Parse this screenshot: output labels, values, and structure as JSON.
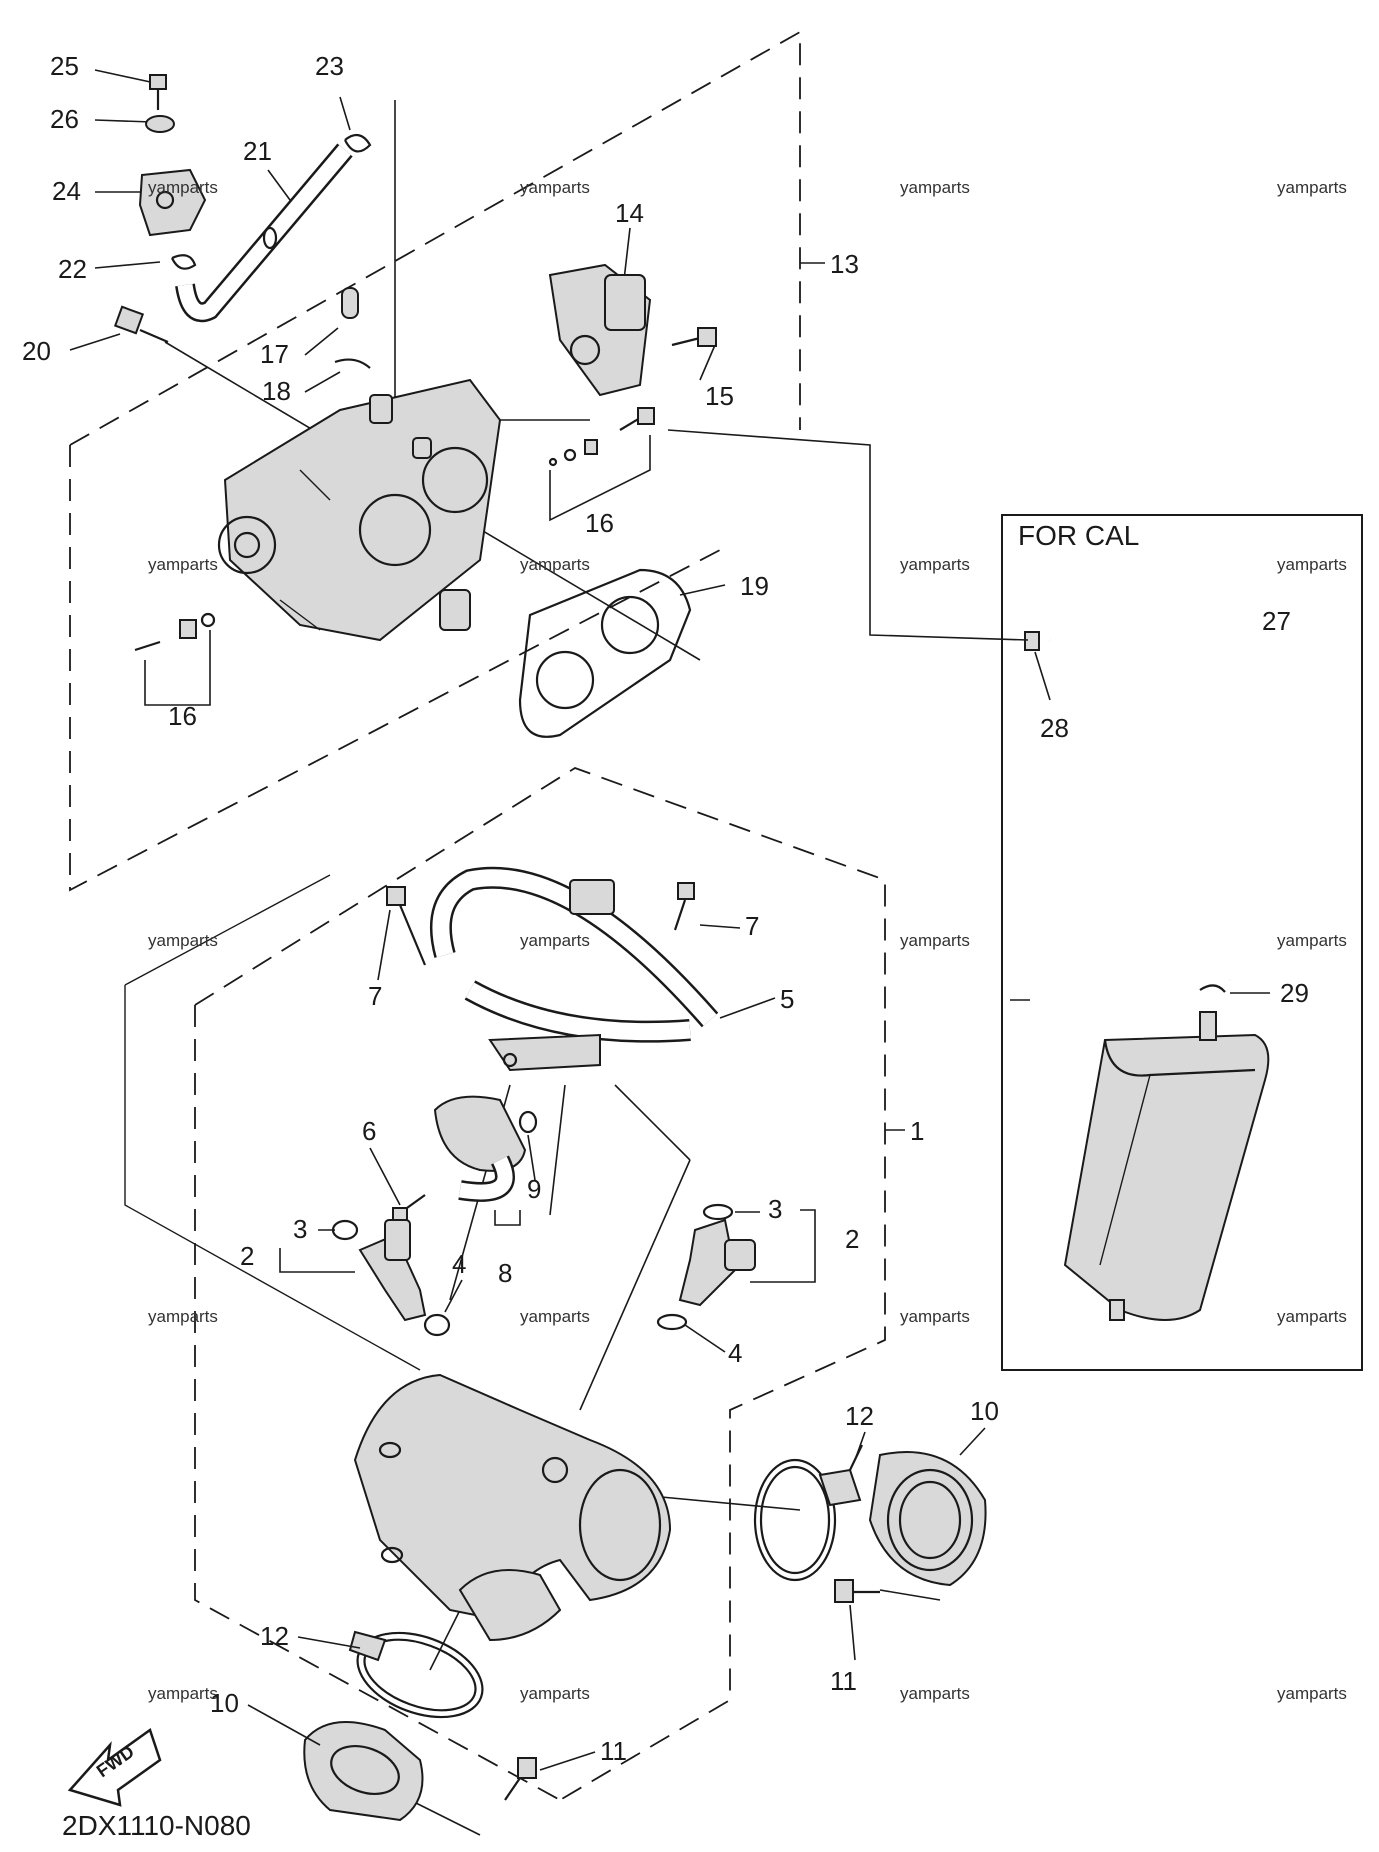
{
  "callouts": [
    {
      "id": "c25",
      "text": "25"
    },
    {
      "id": "c26",
      "text": "26"
    },
    {
      "id": "c24",
      "text": "24"
    },
    {
      "id": "c22",
      "text": "22"
    },
    {
      "id": "c20",
      "text": "20"
    },
    {
      "id": "c23",
      "text": "23"
    },
    {
      "id": "c21",
      "text": "21"
    },
    {
      "id": "c17",
      "text": "17"
    },
    {
      "id": "c18",
      "text": "18"
    },
    {
      "id": "c14",
      "text": "14"
    },
    {
      "id": "c13",
      "text": "13"
    },
    {
      "id": "c15",
      "text": "15"
    },
    {
      "id": "c16a",
      "text": "16"
    },
    {
      "id": "c16b",
      "text": "16"
    },
    {
      "id": "c19",
      "text": "19"
    },
    {
      "id": "c27",
      "text": "27"
    },
    {
      "id": "c28",
      "text": "28"
    },
    {
      "id": "c29",
      "text": "29"
    },
    {
      "id": "c7a",
      "text": "7"
    },
    {
      "id": "c7b",
      "text": "7"
    },
    {
      "id": "c5",
      "text": "5"
    },
    {
      "id": "c1",
      "text": "1"
    },
    {
      "id": "c6",
      "text": "6"
    },
    {
      "id": "c9",
      "text": "9"
    },
    {
      "id": "c8",
      "text": "8"
    },
    {
      "id": "c3a",
      "text": "3"
    },
    {
      "id": "c2a",
      "text": "2"
    },
    {
      "id": "c4a",
      "text": "4"
    },
    {
      "id": "c3b",
      "text": "3"
    },
    {
      "id": "c2b",
      "text": "2"
    },
    {
      "id": "c4b",
      "text": "4"
    },
    {
      "id": "c12a",
      "text": "12"
    },
    {
      "id": "c10a",
      "text": "10"
    },
    {
      "id": "c11a",
      "text": "11"
    },
    {
      "id": "c12b",
      "text": "12"
    },
    {
      "id": "c10b",
      "text": "10"
    },
    {
      "id": "c11b",
      "text": "11"
    }
  ],
  "watermark": "yamparts",
  "inset_title": "FOR CAL",
  "fwd_label": "FWD",
  "diagram_code": "2DX1110-N080"
}
